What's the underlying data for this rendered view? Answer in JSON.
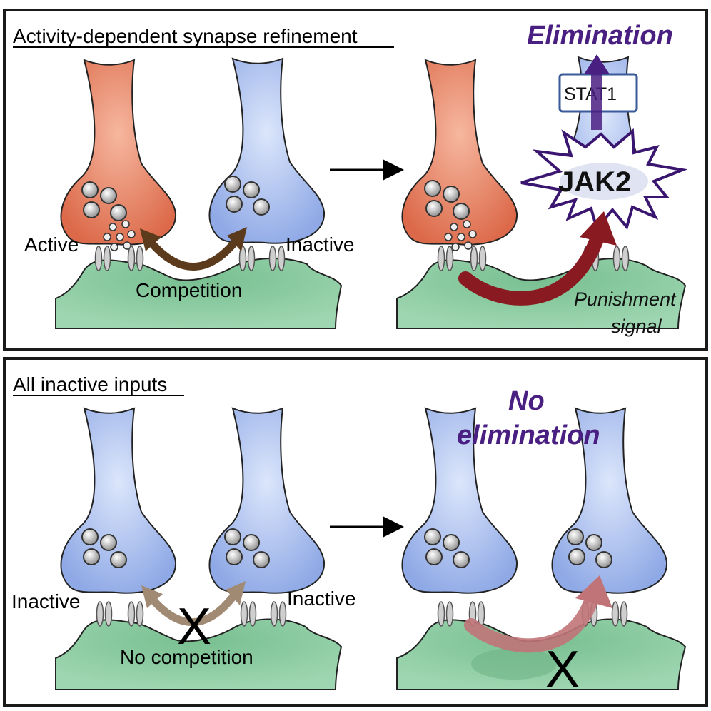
{
  "top_panel": {
    "title": "Activity-dependent synapse refinement",
    "label_active": "Active",
    "label_inactive": "Inactive",
    "label_competition": "Competition",
    "label_elimination": "Elimination",
    "label_stat1": "STAT1",
    "label_jak2": "JAK2",
    "label_punishment_1": "Punishment",
    "label_punishment_2": "signal"
  },
  "bottom_panel": {
    "title": "All inactive inputs",
    "label_inactive_left": "Inactive",
    "label_inactive_right": "Inactive",
    "label_no_competition": "No competition",
    "label_no_1": "No",
    "label_no_2": "elimination",
    "x_mark_1": "X",
    "x_mark_2": "X"
  },
  "colors": {
    "active_terminal": "#e07a5f",
    "inactive_terminal": "#9db4ec",
    "postsynaptic": "#8fcfa6",
    "competition_arrow": "#5c3a1c",
    "no_competition_arrow": "#a08a74",
    "punishment_arrow": "#8a1a22",
    "faded_punishment_arrow": "#c07478",
    "elimination_purple": "#4a1f82"
  }
}
